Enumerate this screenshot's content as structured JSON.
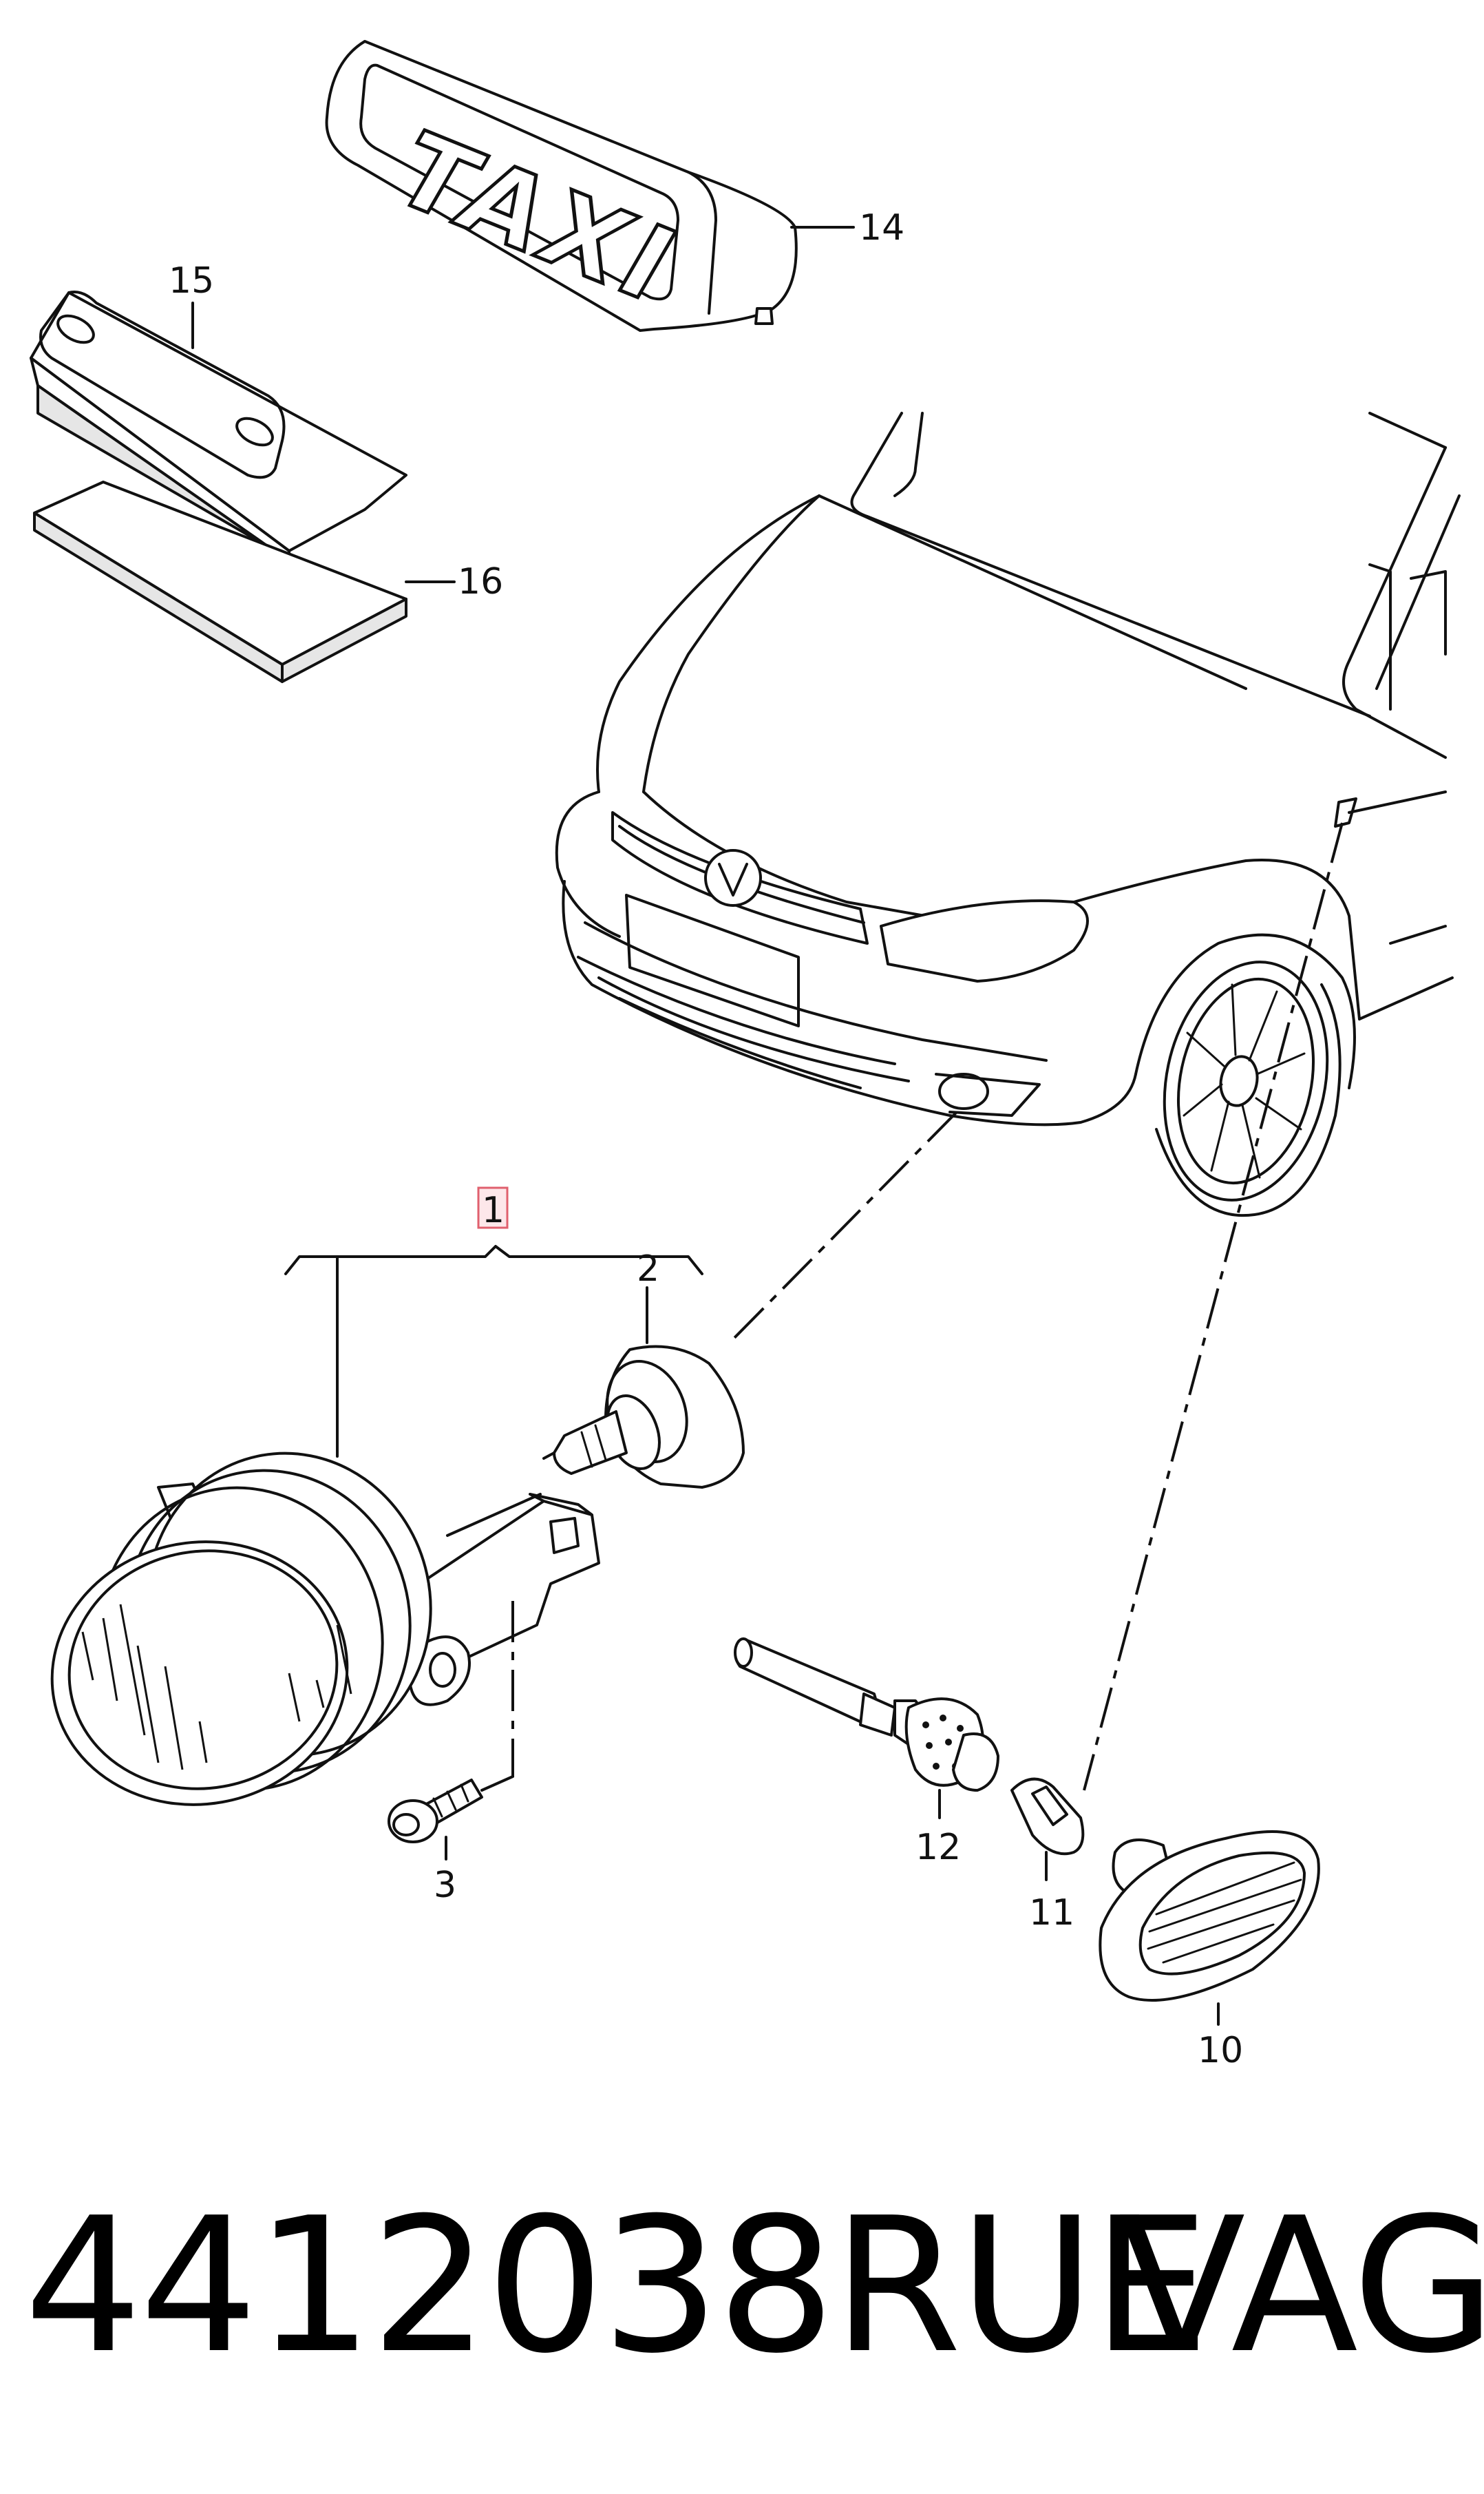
{
  "taxi_sign_text": "TAXI",
  "callouts": {
    "c1": "1",
    "c2": "2",
    "c3": "3",
    "c10": "10",
    "c11": "11",
    "c12": "12",
    "c14": "14",
    "c15": "15",
    "c16": "16"
  },
  "footer": {
    "part_number": "4412038RUE",
    "brand": "VAG"
  },
  "colors": {
    "line": "#111111",
    "highlight_border": "#e0606e",
    "highlight_fill": "#fde7ea"
  }
}
